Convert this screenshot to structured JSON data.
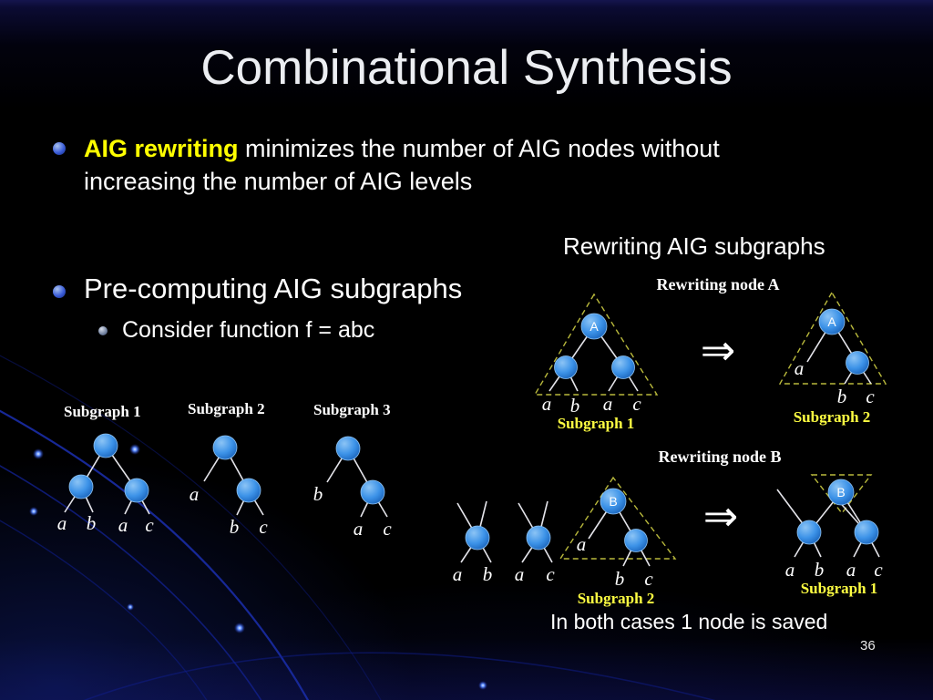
{
  "slide": {
    "title": "Combinational Synthesis",
    "page_number": "36",
    "bottom_note": "In both cases 1 node is saved"
  },
  "bullets": {
    "b1_highlight": "AIG rewriting",
    "b1_rest": " minimizes the number of AIG nodes without increasing the number of AIG levels",
    "b2": "Pre-computing AIG subgraphs",
    "b2_sub": "Consider function f = abc",
    "right_heading": "Rewriting AIG subgraphs"
  },
  "left_subgraphs": [
    {
      "label": "Subgraph 1",
      "leaves": [
        "a",
        "b",
        "a",
        "c"
      ]
    },
    {
      "label": "Subgraph 2",
      "leaves": [
        "a",
        "b",
        "c"
      ]
    },
    {
      "label": "Subgraph 3",
      "leaves": [
        "b",
        "a",
        "c"
      ]
    }
  ],
  "rewrite_a": {
    "title": "Rewriting node A",
    "node": "A",
    "arrow": "⇒",
    "before": {
      "leaves": [
        "a",
        "b",
        "a",
        "c"
      ],
      "label": "Subgraph 1"
    },
    "after": {
      "root_leaf": "a",
      "leaves": [
        "b",
        "c"
      ],
      "label": "Subgraph 2"
    }
  },
  "rewrite_b": {
    "title": "Rewriting node B",
    "node": "B",
    "arrow": "⇒",
    "before": {
      "fan1_leaves": [
        "a",
        "b"
      ],
      "fan2_leaves": [
        "a",
        "c"
      ],
      "root_leaf": "a",
      "tri_leaves": [
        "b",
        "c"
      ],
      "label": "Subgraph 2"
    },
    "after": {
      "leaves": [
        "a",
        "b",
        "a",
        "c"
      ],
      "label": "Subgraph 1"
    }
  },
  "colors": {
    "node_blue": "#3d93e8",
    "highlight_yellow": "#ffff00",
    "subgraph_label_yellow": "#ffff42",
    "dashed_outline": "#b9b93c",
    "background": "#000000"
  }
}
